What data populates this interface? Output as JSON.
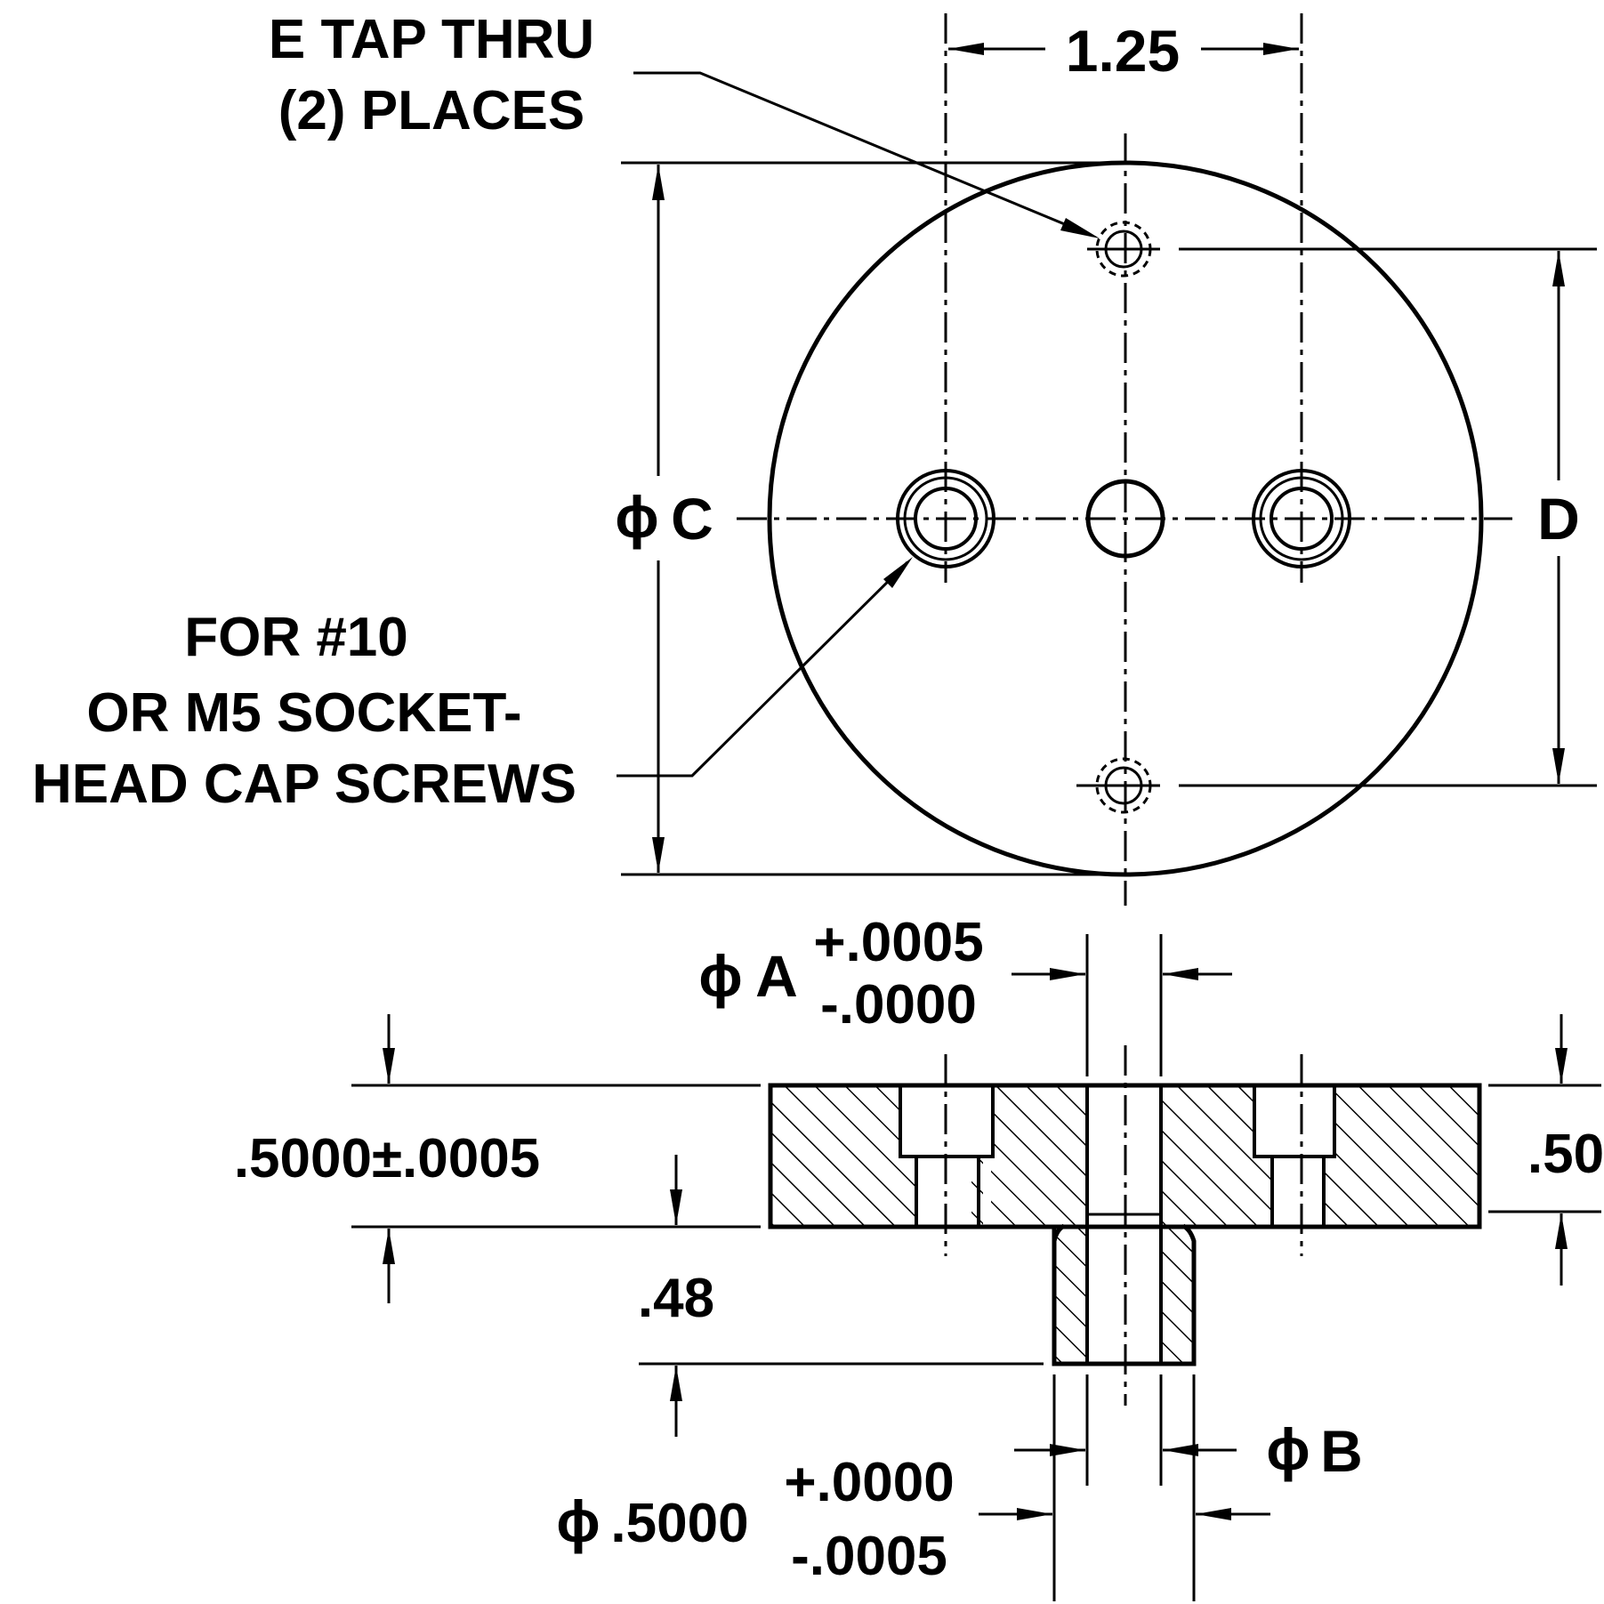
{
  "top_view": {
    "tap_note_line1": "E TAP THRU",
    "tap_note_line2": "(2) PLACES",
    "spacing_dim": "1.25",
    "diameter_symbol": "ϕ",
    "outer_diameter_label": "C",
    "hole_spacing_label": "D",
    "screw_note_line1": "FOR #10",
    "screw_note_line2": "OR M5 SOCKET-",
    "screw_note_line3": "HEAD CAP SCREWS"
  },
  "section_view": {
    "bore_label": "A",
    "bore_tol_plus": "+.0005",
    "bore_tol_minus": "-.0000",
    "thickness_dim": ".5000±.0005",
    "thickness_dim_right": ".50",
    "boss_height_dim": ".48",
    "boss_bore_label": "B",
    "boss_dia_value": ".5000",
    "boss_tol_plus": "+.0000",
    "boss_tol_minus": "-.0005"
  }
}
